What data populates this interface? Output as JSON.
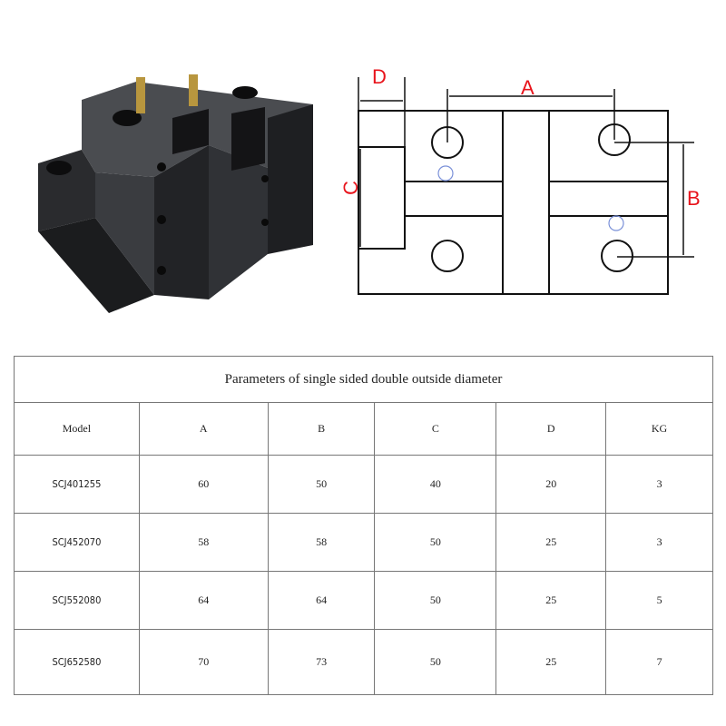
{
  "drawing": {
    "labels": {
      "A": "A",
      "B": "B",
      "C": "C",
      "D": "D"
    },
    "dim_color": "#e8141c"
  },
  "table": {
    "title": "Parameters of single sided double outside diameter",
    "headers": [
      "Model",
      "A",
      "B",
      "C",
      "D",
      "KG"
    ],
    "rows": [
      [
        "SCJ401255",
        "60",
        "50",
        "40",
        "20",
        "3"
      ],
      [
        "SCJ452070",
        "58",
        "58",
        "50",
        "25",
        "3"
      ],
      [
        "SCJ552080",
        "64",
        "64",
        "50",
        "25",
        "5"
      ],
      [
        "SCJ652580",
        "70",
        "73",
        "50",
        "25",
        "7"
      ]
    ]
  }
}
